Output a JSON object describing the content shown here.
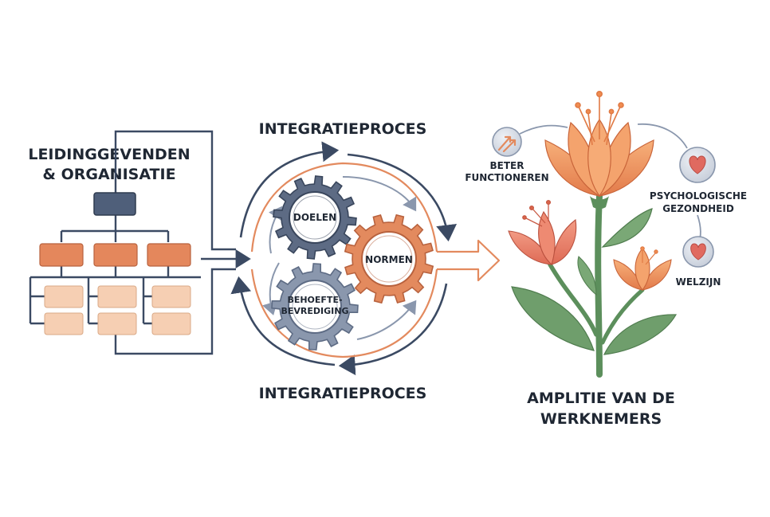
{
  "left": {
    "title_line1": "LEIDINGGEVENDEN",
    "title_line2": "& ORGANISATIE"
  },
  "center": {
    "top_label": "INTEGRATIEPROCES",
    "bottom_label": "INTEGRATIEPROCES",
    "gear_goals": "DOELEN",
    "gear_norms": "NORMEN",
    "gear_needs_line1": "BEHOEFTE-",
    "gear_needs_line2": "BEVREDIGING"
  },
  "right": {
    "title_line1": "AMPLITIE VAN DE",
    "title_line2": "WERKNEMERS",
    "better_line1": "BETER",
    "better_line2": "FUNCTIONEREN",
    "psych_line1": "PSYCHOLOGISCHE",
    "psych_line2": "GEZONDHEID",
    "wellbeing": "WELZIJN"
  },
  "colors": {
    "navy": "#3b4a63",
    "orange": "#e38a5e",
    "peach": "#f6cfb3",
    "steel": "#8a97ad",
    "leaf": "#6f9e6c",
    "stem": "#5c8f5c",
    "petal": "#f0935f",
    "heart": "#e06a60"
  }
}
